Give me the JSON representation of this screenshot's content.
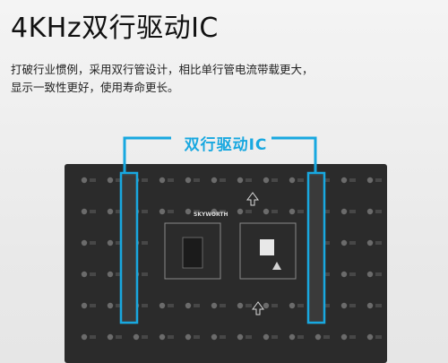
{
  "title": "4KHz双行驱动IC",
  "description": {
    "line1": "打破行业惯例，采用双行管设计，相比单行管电流带载更大，",
    "line2": "显示一致性更好，使用寿命更长。"
  },
  "callout": {
    "label": "双行驱动IC",
    "color": "#18a8e0"
  },
  "board": {
    "brand": "SKYWORTH",
    "color": "#2b2b2b"
  }
}
